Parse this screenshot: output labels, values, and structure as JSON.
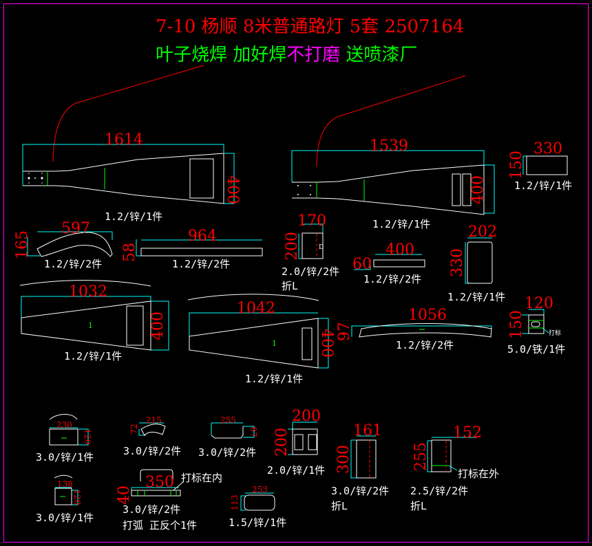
{
  "colors": {
    "background": "#000000",
    "frame": "#ff00ff",
    "dimension_text": "#ff0000",
    "dimension_line": "#00ffff",
    "outline": "#ffffff",
    "bend_line": "#00ff00"
  },
  "header": {
    "title_line": "7-10 杨顺 8米普通路灯 5套 2507164",
    "instruction_part1": "叶子烧焊 加好焊",
    "instruction_part2": "不打磨",
    "instruction_part3": " 送喷漆厂"
  },
  "parts": [
    {
      "id": "arm-left",
      "width": "1614",
      "height": "400",
      "note": "1.2/锌/1件"
    },
    {
      "id": "arm-right",
      "width": "1539",
      "height": "400",
      "note": "1.2/锌/1件"
    },
    {
      "id": "plate-330",
      "width": "330",
      "height": "150",
      "note": "1.2/锌/1件"
    },
    {
      "id": "arc-597",
      "width": "597",
      "height": "165",
      "note": "1.2/锌/2件"
    },
    {
      "id": "strip-964",
      "width": "964",
      "height": "58",
      "note": "1.2/锌/2件"
    },
    {
      "id": "bracket-170",
      "width": "170",
      "height": "200",
      "note": "2.0/锌/2件",
      "note2": "折L",
      "mark": "D"
    },
    {
      "id": "strip-400",
      "width": "400",
      "height": "60",
      "note": "1.2/锌/2件"
    },
    {
      "id": "plate-202",
      "width": "202",
      "height": "330",
      "note": "1.2/锌/1件"
    },
    {
      "id": "taper-1032",
      "width": "1032",
      "height": "400",
      "note": "1.2/锌/1件",
      "label": "1"
    },
    {
      "id": "taper-1042",
      "width": "1042",
      "height": "400",
      "note": "1.2/锌/1件",
      "label": "1"
    },
    {
      "id": "arc-1056",
      "width": "1056",
      "height": "97",
      "note": "1.2/锌/2件"
    },
    {
      "id": "plate-120",
      "width": "120",
      "height": "150",
      "note": "5.0/铁/1件",
      "callout": "打标"
    },
    {
      "id": "small-230",
      "width": "230",
      "height": "120",
      "note": "3.0/锌/1件"
    },
    {
      "id": "small-215",
      "width": "215",
      "height": "72",
      "note": "3.0/锌/2件"
    },
    {
      "id": "small-255",
      "width": "255",
      "height": "87",
      "note": "3.0/锌/2件"
    },
    {
      "id": "box-200",
      "width": "200",
      "height": "200",
      "note": "2.0/锌/1件"
    },
    {
      "id": "bracket-161",
      "width": "161",
      "height": "300",
      "note": "3.0/锌/2件",
      "note2": "折L"
    },
    {
      "id": "bracket-152",
      "width": "152",
      "height": "255",
      "note": "2.5/锌/2件",
      "note2": "折L",
      "callout": "打标在外"
    },
    {
      "id": "small-138",
      "width": "138",
      "height": "120",
      "note": "3.0/锌/1件"
    },
    {
      "id": "strip-350",
      "width": "350",
      "height": "40",
      "note": "3.0/锌/2件",
      "note2": "打弧 正反个1件",
      "callout": "打标在内"
    },
    {
      "id": "plate-253",
      "width": "253",
      "height": "113",
      "note": "1.5/锌/1件"
    }
  ]
}
